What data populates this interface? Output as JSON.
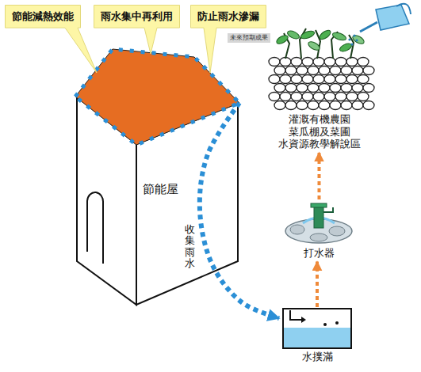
{
  "diagram": {
    "nodes": [
      {
        "text": [
          "節能減熱效能"
        ]
      },
      {
        "text": [
          "雨水集中再利用"
        ]
      },
      {
        "text": [
          "防止雨水滲漏"
        ]
      },
      {
        "text": [
          "灌溉有機農園 菜瓜棚及菜圃 水資源教學解說區"
        ]
      },
      {
        "text": [
          "節能屋"
        ]
      },
      {
        "text": [
          "打水器"
        ]
      },
      {
        "text": [
          "水撲滿"
        ]
      }
    ],
    "edges": [
      {
        "from": 4,
        "to": 6,
        "label": "收集雨水",
        "arrow": "to"
      },
      {
        "from": 6,
        "to": 5,
        "arrow": "to"
      },
      {
        "from": 5,
        "to": 3,
        "arrow": "to"
      }
    ],
    "labels": [
      "未來預期成果"
    ]
  }
}
